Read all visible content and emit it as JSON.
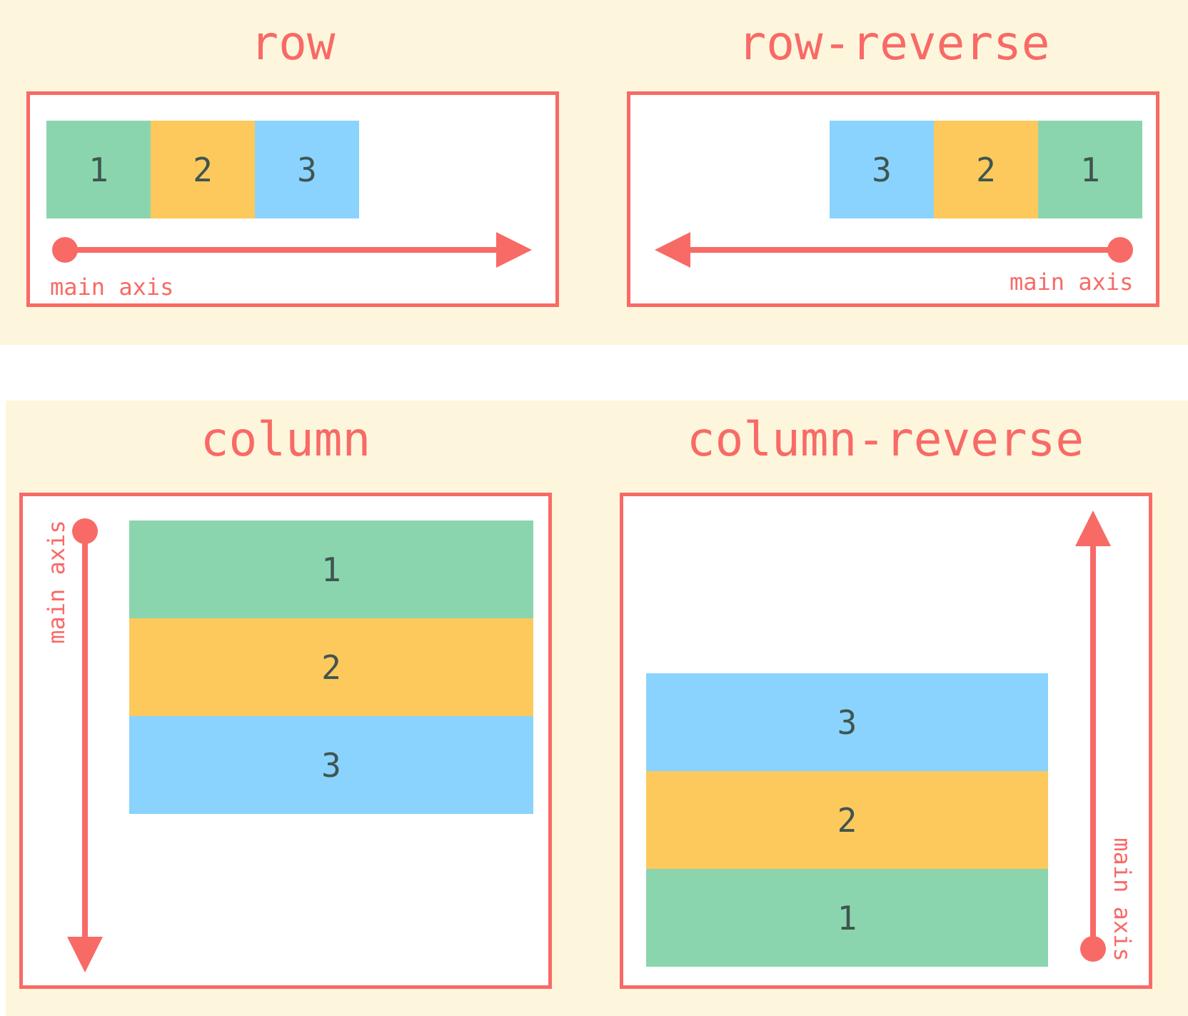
{
  "colors": {
    "accent": "#f86a66",
    "panel_bg": "#fef6dc",
    "item_1": "#8bd5ae",
    "item_2": "#fdc95c",
    "item_3": "#8ad3fe"
  },
  "panels": {
    "row": {
      "title": "row",
      "items": [
        "1",
        "2",
        "3"
      ],
      "axis_label": "main axis"
    },
    "row_reverse": {
      "title": "row-reverse",
      "items": [
        "3",
        "2",
        "1"
      ],
      "axis_label": "main axis"
    },
    "column": {
      "title": "column",
      "items": [
        "1",
        "2",
        "3"
      ],
      "axis_label": "main axis"
    },
    "column_reverse": {
      "title": "column-reverse",
      "items": [
        "3",
        "2",
        "1"
      ],
      "axis_label": "main axis"
    }
  }
}
